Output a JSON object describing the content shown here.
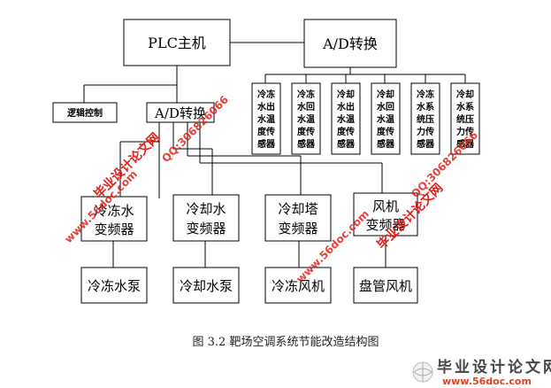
{
  "diagram": {
    "plc": "PLC主机",
    "ad_top": "A/D转换",
    "ad_mid": "A/D转换",
    "logic": "逻辑控制",
    "sensors": [
      [
        "冷冻",
        "水出",
        "水温",
        "度传",
        "感器"
      ],
      [
        "冷冻",
        "水回",
        "水温",
        "度传",
        "感器"
      ],
      [
        "冷却",
        "水出",
        "水温",
        "度传",
        "感器"
      ],
      [
        "冷却",
        "水回",
        "水温",
        "度传",
        "感器"
      ],
      [
        "冷冻",
        "水系",
        "统压",
        "力传",
        "感器"
      ],
      [
        "冷却",
        "水系",
        "统压",
        "力传",
        "感器"
      ]
    ],
    "inverters": [
      [
        "冷冻水",
        "变频器"
      ],
      [
        "冷却水",
        "变频器"
      ],
      [
        "冷却塔",
        "变频器"
      ],
      [
        "风机",
        "变频器"
      ]
    ],
    "loads": [
      "冷冻水泵",
      "冷却水泵",
      "冷冻风机",
      "盘管风机"
    ]
  },
  "caption": "图 3.2  靶场空调系统节能改造结构图",
  "watermarks": {
    "site_cn": "毕业设计论文网",
    "url": "www.56doc.com",
    "qq": "QQ:306826066"
  },
  "footer": {
    "title": "毕业设计论文网",
    "url": "www.56doc.com"
  }
}
